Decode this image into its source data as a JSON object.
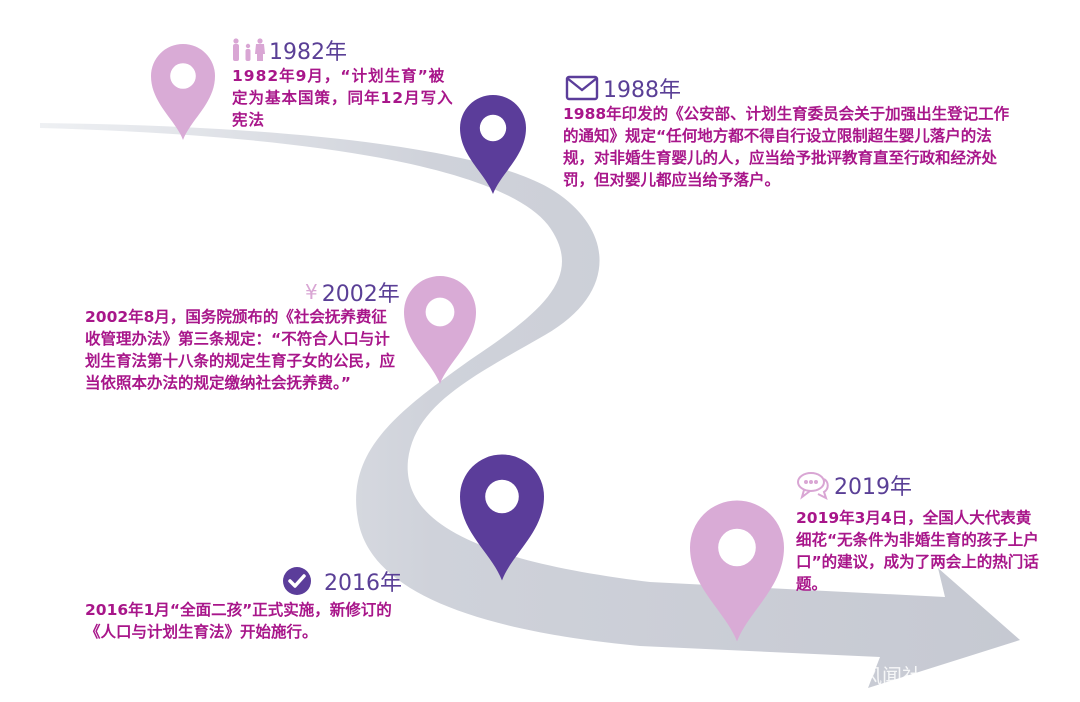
{
  "colors": {
    "lilac": "#d9abd6",
    "purple": "#5b3d9a",
    "text": "#a8168a",
    "year": "#5a3f96",
    "road": "#cdd0d8"
  },
  "events": [
    {
      "year": "1982年",
      "icon": "family-icon",
      "text": "1982年9月，“计划生育”被定为基本国策，同年12月写入宪法"
    },
    {
      "year": "1988年",
      "icon": "envelope-icon",
      "text": "1988年印发的《公安部、计划生育委员会关于加强出生登记工作的通知》规定“任何地方都不得自行设立限制超生婴儿落户的法规，对非婚生育婴儿的人，应当给予批评教育直至行政和经济处罚，但对婴儿都应当给予落户。"
    },
    {
      "year": "2002年",
      "icon": "yen-icon",
      "icon_glyph": "¥",
      "text": "2002年8月，国务院颁布的《社会抚养费征收管理办法》第三条规定：“不符合人口与计划生育法第十八条的规定生育子女的公民，应当依照本办法的规定缴纳社会抚养费。”"
    },
    {
      "year": "2016年",
      "icon": "check-circle-icon",
      "text": "2016年1月“全面二孩”正式实施，新修订的《人口与计划生育法》开始施行。"
    },
    {
      "year": "2019年",
      "icon": "chat-bubbles-icon",
      "text": "2019年3月4日，全国人大代表黄细花“无条件为非婚生育的孩子上户口”的建议，成为了两会上的热门话题。"
    }
  ],
  "watermark": "风闻社"
}
